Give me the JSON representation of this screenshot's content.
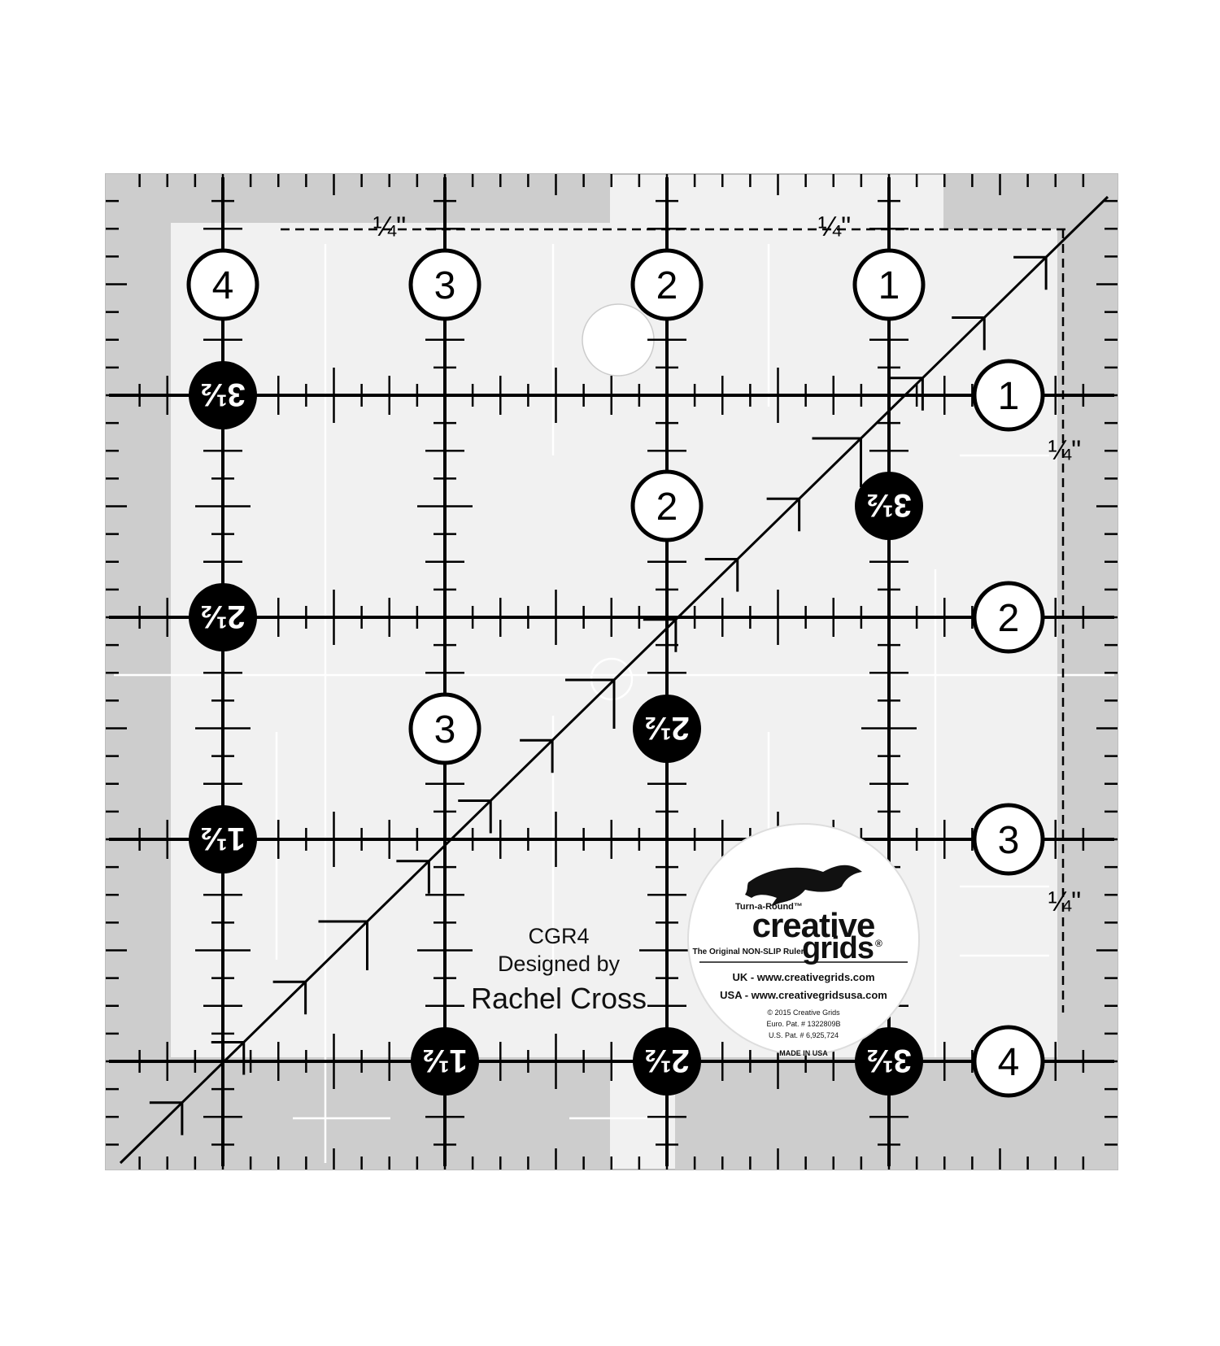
{
  "product": {
    "code": "CGR4",
    "designed_by_label": "Designed by",
    "designer": "Rachel Cross"
  },
  "ruler": {
    "quarter_mark": "¼\"",
    "top_numbers": [
      "4",
      "3",
      "2",
      "1"
    ],
    "right_numbers": [
      "1",
      "2",
      "3",
      "4"
    ],
    "inner_numbers": [
      "2",
      "3"
    ],
    "half_marks": [
      "3½",
      "2½",
      "1½"
    ],
    "colors": {
      "black": "#000000",
      "shade": "#cdcdcd",
      "clear": "#f1f1f1"
    }
  },
  "logo": {
    "tagline_top": "Turn-a-Round™",
    "brand_line1": "creative",
    "brand_line2": "grids",
    "registered": "®",
    "subline": "The Original NON-SLIP Ruler",
    "uk": "UK - www.creativegrids.com",
    "usa": "USA - www.creativegridsusa.com",
    "copyright": "© 2015 Creative Grids",
    "euro_pat": "Euro. Pat. # 1322809B",
    "us_pat": "U.S. Pat. # 6,925,724",
    "made_in": "MADE IN USA"
  }
}
